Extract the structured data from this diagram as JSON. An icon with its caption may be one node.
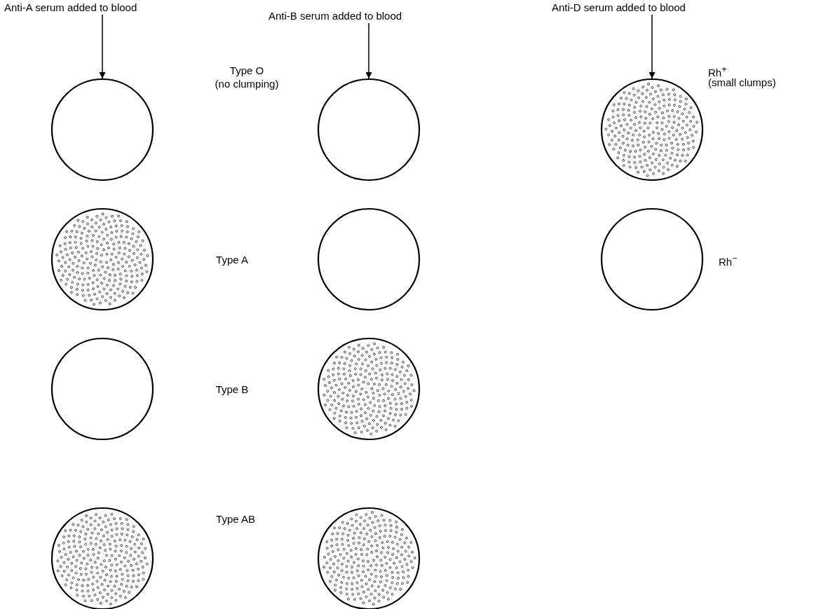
{
  "diagram": {
    "nodes": [
      {
        "text": [
          "Anti-A serum added to blood"
        ]
      },
      {
        "text": [
          "Anti-B serum added to blood"
        ]
      },
      {
        "text": [
          "Anti-D serum added to blood"
        ]
      },
      {
        "text": [],
        "shape": "circle"
      },
      {
        "text": [],
        "shape": "circle"
      },
      {
        "text": [],
        "shape": "circle"
      },
      {
        "text": [],
        "shape": "circle"
      },
      {
        "text": [],
        "shape": "circle"
      },
      {
        "text": [],
        "shape": "circle"
      },
      {
        "text": [],
        "shape": "circle"
      },
      {
        "text": [],
        "shape": "circle"
      },
      {
        "text": [],
        "shape": "circle"
      },
      {
        "text": [],
        "shape": "circle"
      }
    ],
    "edges": [
      {
        "from": 0,
        "to": 3,
        "arrow": "to"
      },
      {
        "from": 1,
        "to": 4,
        "arrow": "to"
      },
      {
        "from": 2,
        "to": 5,
        "arrow": "to"
      }
    ],
    "labels": [
      "Type O",
      "(no clumping)",
      "Rh$^{+}$",
      "(small clumps)",
      "Type A",
      "Rh$^{−}$",
      "Type B",
      "Type AB"
    ]
  }
}
